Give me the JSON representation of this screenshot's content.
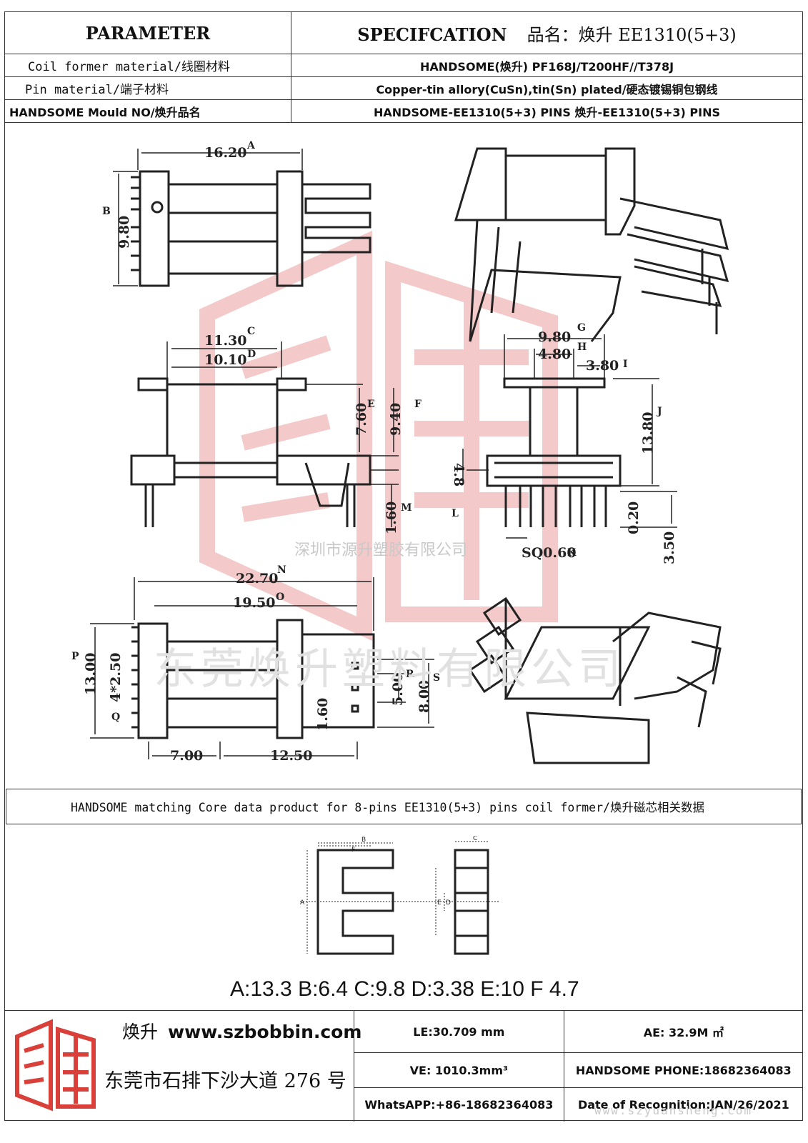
{
  "header": {
    "parameter_title": "PARAMETER",
    "spec_title": "SPECIFCATION",
    "product_name": "品名：焕升 EE1310(5+3)"
  },
  "rows": [
    {
      "label": "Coil former material/线圈材料",
      "value": "HANDSOME(焕升)  PF168J/T200HF//T378J"
    },
    {
      "label": "Pin material/端子材料",
      "value": "Copper-tin allory(CuSn),tin(Sn) plated/硬态镀锡铜包钢线"
    },
    {
      "label": "HANDSOME Mould NO/焕升品名",
      "value": "HANDSOME-EE1310(5+3) PINS   焕升-EE1310(5+3) PINS"
    }
  ],
  "drawing": {
    "dims": {
      "A": "16.20",
      "B": "9.80",
      "C": "11.30",
      "D": "10.10",
      "E": "7.60",
      "F": "9.40",
      "G": "9.80",
      "H": "4.80",
      "I": "3.80",
      "J": "13.80",
      "L": "4.8",
      "M": "1.60",
      "K": "SQ0.60",
      "R020": "0.20",
      "V350": "3.50",
      "N": "22.70",
      "O": "19.50",
      "P": "13.00",
      "Q": "4*2.50",
      "R": "5.00",
      "S": "8.00",
      "T": "1.60",
      "U1": "7.00",
      "U2": "12.50"
    },
    "letters": {
      "A": "A",
      "B": "B",
      "C": "C",
      "D": "D",
      "E": "E",
      "F": "F",
      "G": "G",
      "H": "H",
      "I": "I",
      "J": "J",
      "K": "K",
      "L": "L",
      "M": "M",
      "N": "N",
      "O": "O",
      "P": "P",
      "Q": "Q",
      "R": "R",
      "S": "S"
    }
  },
  "core": {
    "caption": "HANDSOME matching Core data  product for 8-pins EE1310(5+3) pins coil former/焕升磁芯相关数据",
    "labels": {
      "A": "A",
      "B": "B",
      "C": "C",
      "D": "D",
      "E": "E",
      "F": "F"
    },
    "data_line": "A:13.3 B:6.4 C:9.8 D:3.38 E:10 F 4.7"
  },
  "footer": {
    "brand_cn": "焕升",
    "website": "www.szbobbin.com",
    "address": "东莞市石排下沙大道 276 号",
    "info": [
      [
        "LE:30.709 mm",
        "AE: 32.9M ㎡"
      ],
      [
        "VE: 1010.3mm³",
        "HANDSOME PHONE:18682364083"
      ],
      [
        "WhatsAPP:+86-18682364083",
        "Date of Recognition:JAN/26/2021"
      ]
    ]
  },
  "watermarks": {
    "company": "深圳市源升塑胶有限公司",
    "big": "东莞焕升塑料有限公司",
    "url": "www.szyuansheng.com"
  },
  "colors": {
    "line": "#222222",
    "watermark_red": "#f3c9c9",
    "logo_red": "#d9403a"
  }
}
